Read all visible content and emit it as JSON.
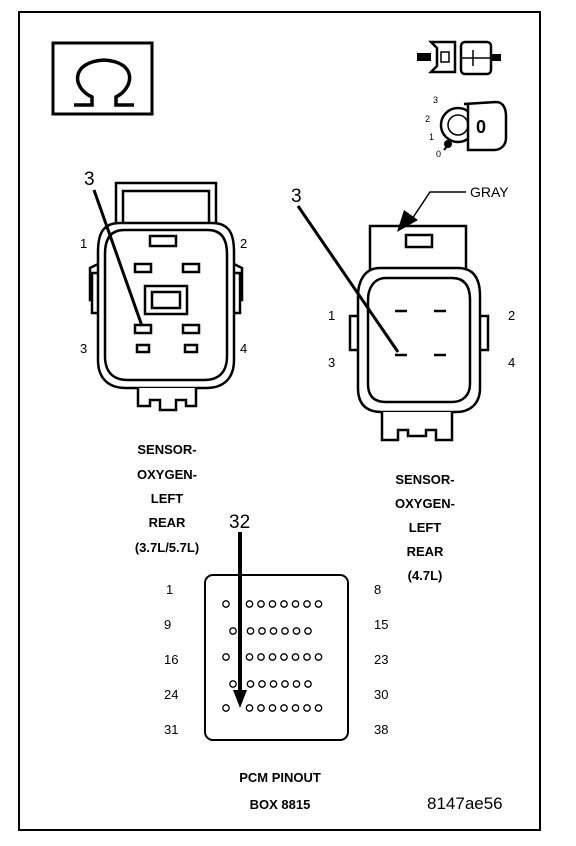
{
  "connector_a": {
    "callout": "3",
    "pins": [
      "1",
      "2",
      "3",
      "4"
    ],
    "title_lines": [
      "SENSOR-",
      "OXYGEN-",
      "LEFT",
      "REAR",
      "(3.7L/5.7L)"
    ]
  },
  "connector_b": {
    "callout": "3",
    "color_label": "GRAY",
    "pins": [
      "1",
      "2",
      "3",
      "4"
    ],
    "title_lines": [
      "SENSOR-",
      "OXYGEN-",
      "LEFT",
      "REAR",
      "(4.7L)"
    ]
  },
  "pcm": {
    "callout": "32",
    "row_start_labels": [
      "1",
      "9",
      "16",
      "24",
      "31"
    ],
    "row_end_labels": [
      "8",
      "15",
      "23",
      "30",
      "38"
    ],
    "title_lines": [
      "PCM PINOUT",
      "BOX 8815"
    ]
  },
  "legend": {
    "omega_symbol": "Ω",
    "icons": [
      "omega-icon",
      "connector-plug-icon",
      "ignition-key-icon"
    ],
    "key_positions": [
      "3",
      "2",
      "1",
      "0"
    ],
    "key_label": "0"
  },
  "figure_id": "8147ae56"
}
